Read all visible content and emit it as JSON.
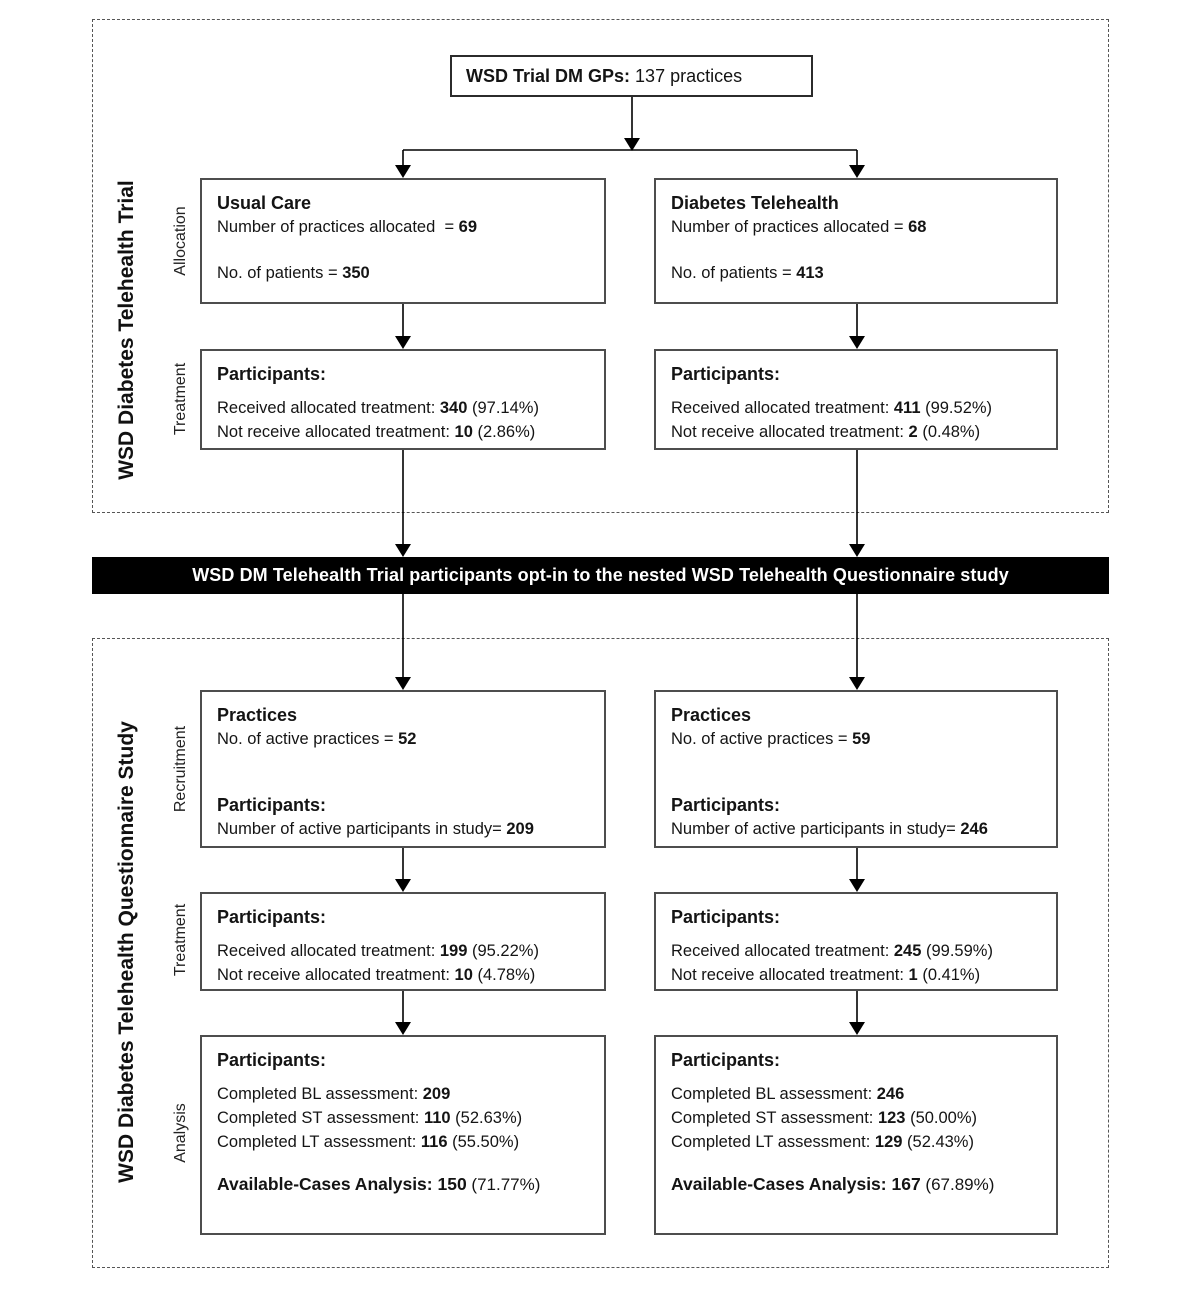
{
  "top_box": {
    "label_bold": "WSD Trial DM GPs:",
    "label_rest": " 137 practices"
  },
  "banner": {
    "text": "WSD DM Telehealth Trial participants opt-in to the nested WSD Telehealth Questionnaire study"
  },
  "trial": {
    "side_label": "WSD Diabetes Telehealth Trial",
    "rows": {
      "allocation": "Allocation",
      "treatment": "Treatment"
    },
    "arms": [
      {
        "allocation": {
          "title": "Usual Care",
          "practices_label": "Number of practices allocated  = ",
          "practices_value": "69",
          "patients_label": "No. of patients = ",
          "patients_value": "350"
        },
        "treatment": {
          "title": "Participants:",
          "received_label": "Received allocated treatment: ",
          "received_value": "340",
          "received_pct": " (97.14%)",
          "not_label": "Not receive allocated treatment: ",
          "not_value": "10",
          "not_pct": " (2.86%)"
        }
      },
      {
        "allocation": {
          "title": "Diabetes Telehealth",
          "practices_label": "Number of practices allocated = ",
          "practices_value": "68",
          "patients_label": "No. of patients = ",
          "patients_value": "413"
        },
        "treatment": {
          "title": "Participants:",
          "received_label": "Received allocated treatment: ",
          "received_value": "411",
          "received_pct": " (99.52%)",
          "not_label": "Not receive allocated treatment: ",
          "not_value": "2",
          "not_pct": " (0.48%)"
        }
      }
    ]
  },
  "questionnaire": {
    "side_label": "WSD Diabetes Telehealth Questionnaire Study",
    "rows": {
      "recruitment": "Recruitment",
      "treatment": "Treatment",
      "analysis": "Analysis"
    },
    "arms": [
      {
        "recruitment": {
          "practices_title": "Practices",
          "practices_label": "No. of active practices = ",
          "practices_value": "52",
          "participants_title": "Participants:",
          "participants_label": "Number of active participants in study= ",
          "participants_value": "209"
        },
        "treatment": {
          "title": "Participants:",
          "received_label": "Received allocated treatment: ",
          "received_value": "199",
          "received_pct": " (95.22%)",
          "not_label": "Not receive allocated treatment: ",
          "not_value": "10",
          "not_pct": " (4.78%)"
        },
        "analysis": {
          "title": "Participants:",
          "bl_label": "Completed BL assessment: ",
          "bl_value": "209",
          "bl_pct": "",
          "st_label": "Completed ST assessment: ",
          "st_value": "110",
          "st_pct": " (52.63%)",
          "lt_label": "Completed LT assessment: ",
          "lt_value": "116",
          "lt_pct": " (55.50%)",
          "aca_label": "Available-Cases Analysis: ",
          "aca_value": "150",
          "aca_pct": " (71.77%)"
        }
      },
      {
        "recruitment": {
          "practices_title": "Practices",
          "practices_label": "No. of active practices = ",
          "practices_value": "59",
          "participants_title": "Participants:",
          "participants_label": "Number of active participants in study= ",
          "participants_value": "246"
        },
        "treatment": {
          "title": "Participants:",
          "received_label": "Received allocated treatment: ",
          "received_value": "245",
          "received_pct": " (99.59%)",
          "not_label": "Not receive allocated treatment: ",
          "not_value": "1",
          "not_pct": " (0.41%)"
        },
        "analysis": {
          "title": "Participants:",
          "bl_label": "Completed BL assessment: ",
          "bl_value": "246",
          "bl_pct": "",
          "st_label": "Completed ST assessment: ",
          "st_value": "123",
          "st_pct": " (50.00%)",
          "lt_label": "Completed LT assessment: ",
          "lt_value": "129",
          "lt_pct": " (52.43%)",
          "aca_label": "Available-Cases Analysis: ",
          "aca_value": "167",
          "aca_pct": " (67.89%)"
        }
      }
    ]
  }
}
